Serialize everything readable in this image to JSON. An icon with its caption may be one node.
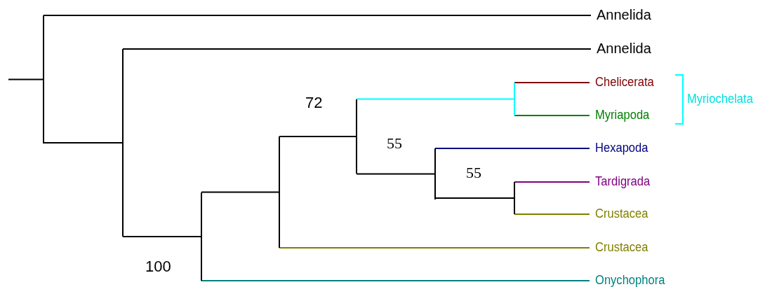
{
  "diagram": {
    "nodes": [
      {
        "text": [
          "Annelida"
        ]
      },
      {
        "text": [
          "Annelida"
        ]
      },
      {
        "text": [
          "Chelicerata"
        ]
      },
      {
        "text": [
          "Myriapoda"
        ]
      },
      {
        "text": [
          "Hexapoda"
        ]
      },
      {
        "text": [
          "Tardigrada"
        ]
      },
      {
        "text": [
          "Crustacea"
        ]
      },
      {
        "text": [
          "Crustacea"
        ]
      },
      {
        "text": [
          "Onychophora"
        ]
      },
      {
        "text": [],
        "shape": "bar"
      },
      {
        "text": [],
        "shape": "bar"
      },
      {
        "text": [],
        "shape": "bar",
        "beside": [
          "100"
        ]
      },
      {
        "text": [],
        "shape": "bar"
      },
      {
        "text": [],
        "shape": "bar",
        "beside": [
          "72"
        ]
      },
      {
        "text": [],
        "shape": "bar"
      },
      {
        "text": [],
        "shape": "bar",
        "beside": [
          "55"
        ]
      },
      {
        "text": [],
        "shape": "bar",
        "beside": [
          "55"
        ]
      }
    ],
    "edges": [
      {
        "from": null,
        "to": 9,
        "arrow": "none"
      },
      {
        "from": 9,
        "to": 0,
        "arrow": "none"
      },
      {
        "from": 9,
        "to": 10,
        "arrow": "none"
      },
      {
        "from": 10,
        "to": 1,
        "arrow": "none"
      },
      {
        "from": 10,
        "to": 11,
        "arrow": "none"
      },
      {
        "from": 11,
        "to": 12,
        "arrow": "none"
      },
      {
        "from": 11,
        "to": 8,
        "arrow": "none",
        "color": "#008080"
      },
      {
        "from": 12,
        "to": 13,
        "arrow": "none"
      },
      {
        "from": 12,
        "to": 7,
        "arrow": "none",
        "color": "#808000"
      },
      {
        "from": 13,
        "to": 14,
        "arrow": "none",
        "color": "#00ffff"
      },
      {
        "from": 13,
        "to": 15,
        "arrow": "none"
      },
      {
        "from": 14,
        "to": 2,
        "arrow": "none",
        "color": "#800000"
      },
      {
        "from": 14,
        "to": 3,
        "arrow": "none",
        "color": "#008000"
      },
      {
        "from": 15,
        "to": 4,
        "arrow": "none",
        "color": "#000080"
      },
      {
        "from": 15,
        "to": 16,
        "arrow": "none"
      },
      {
        "from": 16,
        "to": 5,
        "arrow": "none",
        "color": "#800080"
      },
      {
        "from": 16,
        "to": 6,
        "arrow": "none",
        "color": "#808000"
      }
    ],
    "labels": [
      "Myriochelata"
    ]
  }
}
